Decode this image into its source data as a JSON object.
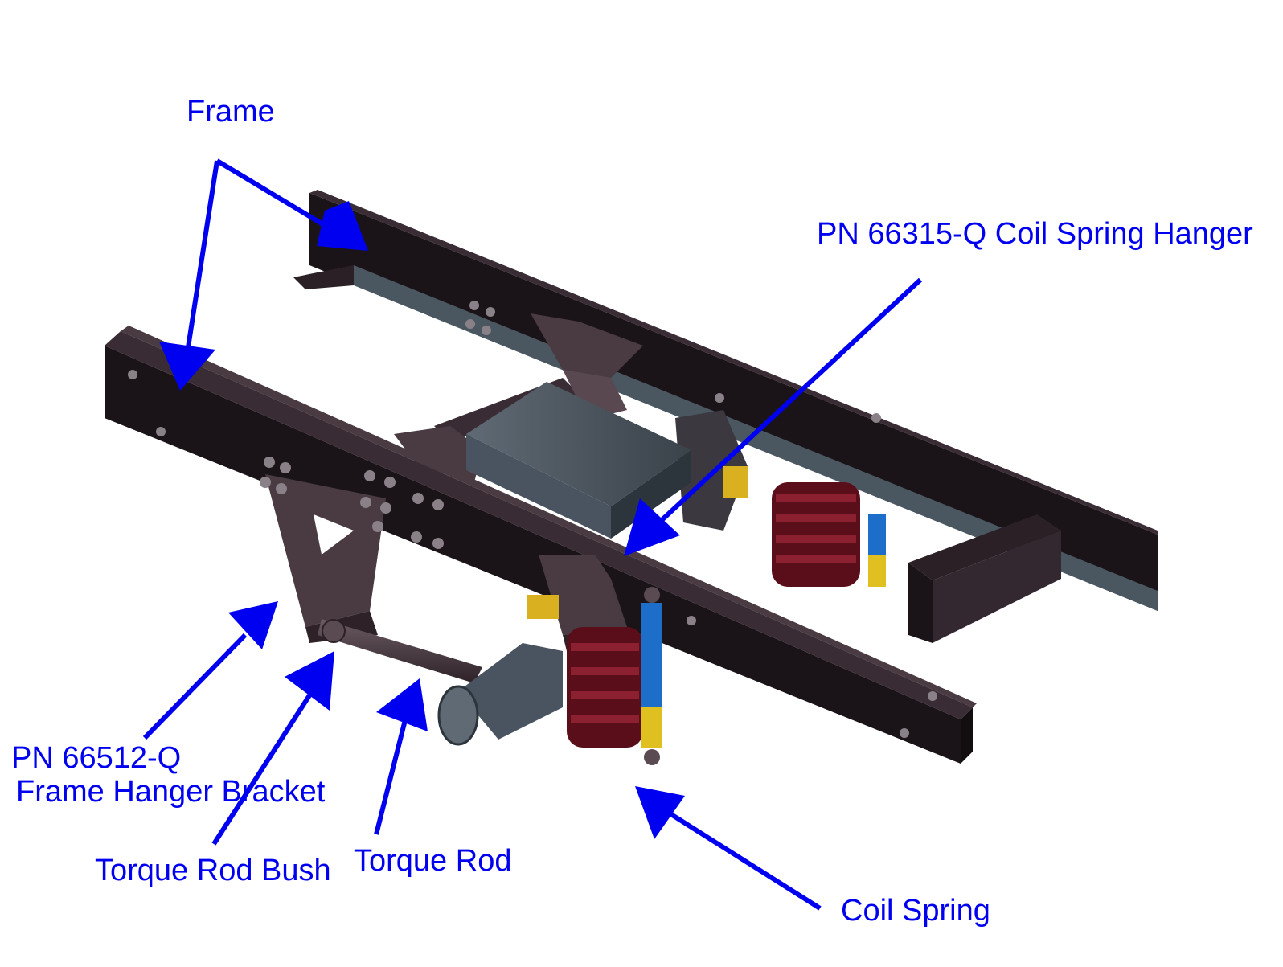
{
  "colors": {
    "label": "#0000f0",
    "frame": "#1a1418",
    "frame_top": "#2e2228",
    "frame_inner": "#3c4650",
    "bracket": "#4a3a42",
    "spring": "#5a0e1a",
    "airbag": "#4a5460",
    "shock_blue": "#1c6ec8",
    "shock_yellow": "#e0c020"
  },
  "labels": {
    "frame": "Frame",
    "coil_spring_hanger": "PN 66315-Q Coil Spring Hanger",
    "frame_hanger_bracket_pn": "PN 66512-Q",
    "frame_hanger_bracket_name": "Frame Hanger Bracket",
    "torque_rod_bush": "Torque Rod Bush",
    "torque_rod": "Torque Rod",
    "coil_spring": "Coil Spring"
  }
}
